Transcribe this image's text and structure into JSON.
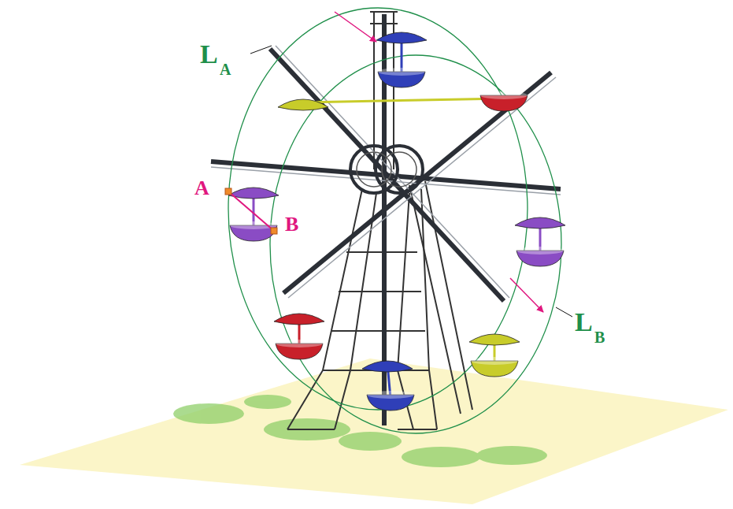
{
  "diagram": {
    "labels": [
      "L",
      "A",
      "A",
      "B",
      "L",
      "B"
    ]
  }
}
